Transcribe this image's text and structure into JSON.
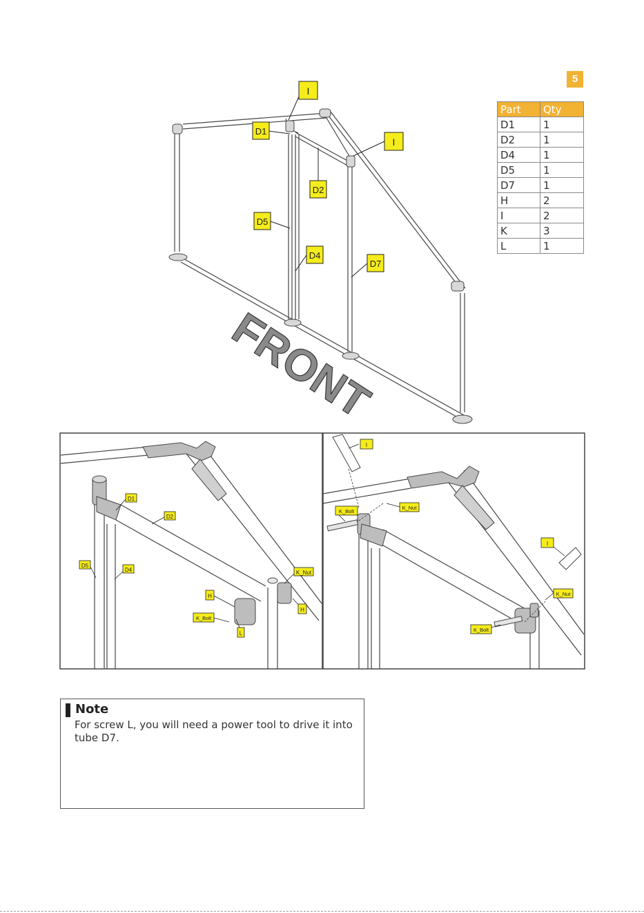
{
  "step": {
    "number": "5"
  },
  "parts_table": {
    "headers": [
      "Part",
      "Qty"
    ],
    "rows": [
      [
        "D1",
        "1"
      ],
      [
        "D2",
        "1"
      ],
      [
        "D4",
        "1"
      ],
      [
        "D5",
        "1"
      ],
      [
        "D7",
        "1"
      ],
      [
        "H",
        "2"
      ],
      [
        "I",
        "2"
      ],
      [
        "K",
        "3"
      ],
      [
        "L",
        "1"
      ]
    ]
  },
  "main_diagram": {
    "callouts": {
      "i_top": "I",
      "d1": "D1",
      "i_right": "I",
      "d2": "D2",
      "d5": "D5",
      "d4": "D4",
      "d7": "D7"
    },
    "front_text": "FRONT"
  },
  "detail_left": {
    "callouts": {
      "d1": "D1",
      "d2": "D2",
      "d5": "D5",
      "d4": "D4",
      "k_nut": "K_Nut",
      "h_left": "H",
      "h_right": "H",
      "k_bolt": "K_Bolt",
      "l": "L"
    }
  },
  "detail_right": {
    "callouts": {
      "i_top": "I",
      "k_bolt_top": "K_Bolt",
      "k_nut_top": "K_Nut",
      "i_right": "I",
      "k_nut_right": "K_Nut",
      "k_bolt_bottom": "K_Bolt"
    }
  },
  "note": {
    "title": "Note",
    "text": "For screw L, you will need a power tool to drive it into tube D7."
  },
  "colors": {
    "accent": "#f2b233",
    "callout": "#f5ec1b"
  }
}
